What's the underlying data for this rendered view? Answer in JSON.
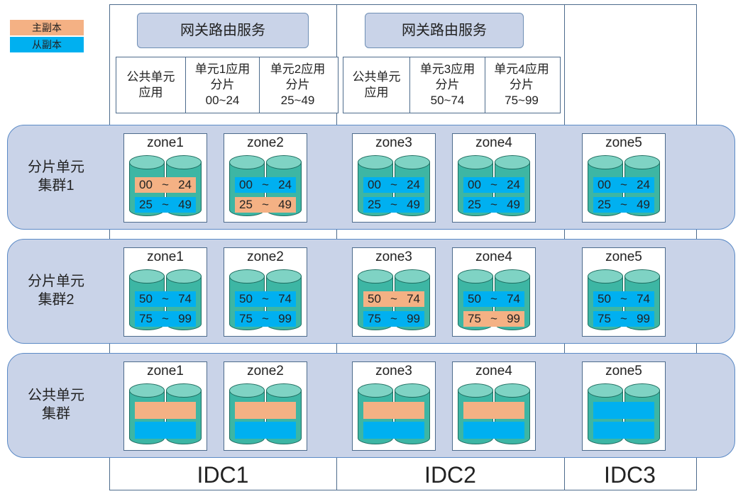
{
  "legend": {
    "primary": "主副本",
    "secondary": "从副本"
  },
  "colors": {
    "primary": "#f4b184",
    "secondary": "#00b0f0",
    "band": "#c9d3e8",
    "cylinder": "#3db6a4"
  },
  "idcs": [
    {
      "label": "IDC1",
      "gateway": "网关路由服务",
      "apps": [
        {
          "line1": "公共单元",
          "line2": "应用",
          "line3": ""
        },
        {
          "line1": "单元1应用",
          "line2": "分片",
          "line3": "00~24"
        },
        {
          "line1": "单元2应用",
          "line2": "分片",
          "line3": "25~49"
        }
      ]
    },
    {
      "label": "IDC2",
      "gateway": "网关路由服务",
      "apps": [
        {
          "line1": "公共单元",
          "line2": "应用",
          "line3": ""
        },
        {
          "line1": "单元3应用",
          "line2": "分片",
          "line3": "50~74"
        },
        {
          "line1": "单元4应用",
          "line2": "分片",
          "line3": "75~99"
        }
      ]
    },
    {
      "label": "IDC3"
    }
  ],
  "clusters": [
    {
      "label": "分片单元\n集群1",
      "zones": [
        {
          "name": "zone1",
          "bars": [
            {
              "from": "00",
              "sep": "~",
              "to": "24",
              "role": "primary"
            },
            {
              "from": "25",
              "sep": "~",
              "to": "49",
              "role": "secondary"
            }
          ]
        },
        {
          "name": "zone2",
          "bars": [
            {
              "from": "00",
              "sep": "~",
              "to": "24",
              "role": "secondary"
            },
            {
              "from": "25",
              "sep": "~",
              "to": "49",
              "role": "primary"
            }
          ]
        },
        {
          "name": "zone3",
          "bars": [
            {
              "from": "00",
              "sep": "~",
              "to": "24",
              "role": "secondary"
            },
            {
              "from": "25",
              "sep": "~",
              "to": "49",
              "role": "secondary"
            }
          ]
        },
        {
          "name": "zone4",
          "bars": [
            {
              "from": "00",
              "sep": "~",
              "to": "24",
              "role": "secondary"
            },
            {
              "from": "25",
              "sep": "~",
              "to": "49",
              "role": "secondary"
            }
          ]
        },
        {
          "name": "zone5",
          "bars": [
            {
              "from": "00",
              "sep": "~",
              "to": "24",
              "role": "secondary"
            },
            {
              "from": "25",
              "sep": "~",
              "to": "49",
              "role": "secondary"
            }
          ]
        }
      ]
    },
    {
      "label": "分片单元\n集群2",
      "zones": [
        {
          "name": "zone1",
          "bars": [
            {
              "from": "50",
              "sep": "~",
              "to": "74",
              "role": "secondary"
            },
            {
              "from": "75",
              "sep": "~",
              "to": "99",
              "role": "secondary"
            }
          ]
        },
        {
          "name": "zone2",
          "bars": [
            {
              "from": "50",
              "sep": "~",
              "to": "74",
              "role": "secondary"
            },
            {
              "from": "75",
              "sep": "~",
              "to": "99",
              "role": "secondary"
            }
          ]
        },
        {
          "name": "zone3",
          "bars": [
            {
              "from": "50",
              "sep": "~",
              "to": "74",
              "role": "primary"
            },
            {
              "from": "75",
              "sep": "~",
              "to": "99",
              "role": "secondary"
            }
          ]
        },
        {
          "name": "zone4",
          "bars": [
            {
              "from": "50",
              "sep": "~",
              "to": "74",
              "role": "secondary"
            },
            {
              "from": "75",
              "sep": "~",
              "to": "99",
              "role": "primary"
            }
          ]
        },
        {
          "name": "zone5",
          "bars": [
            {
              "from": "50",
              "sep": "~",
              "to": "74",
              "role": "secondary"
            },
            {
              "from": "75",
              "sep": "~",
              "to": "99",
              "role": "secondary"
            }
          ]
        }
      ]
    },
    {
      "label": "公共单元\n集群",
      "zones": [
        {
          "name": "zone1",
          "bars": [
            {
              "from": "",
              "sep": "",
              "to": "",
              "role": "primary"
            },
            {
              "from": "",
              "sep": "",
              "to": "",
              "role": "secondary"
            }
          ]
        },
        {
          "name": "zone2",
          "bars": [
            {
              "from": "",
              "sep": "",
              "to": "",
              "role": "primary"
            },
            {
              "from": "",
              "sep": "",
              "to": "",
              "role": "secondary"
            }
          ]
        },
        {
          "name": "zone3",
          "bars": [
            {
              "from": "",
              "sep": "",
              "to": "",
              "role": "primary"
            },
            {
              "from": "",
              "sep": "",
              "to": "",
              "role": "secondary"
            }
          ]
        },
        {
          "name": "zone4",
          "bars": [
            {
              "from": "",
              "sep": "",
              "to": "",
              "role": "primary"
            },
            {
              "from": "",
              "sep": "",
              "to": "",
              "role": "secondary"
            }
          ]
        },
        {
          "name": "zone5",
          "bars": [
            {
              "from": "",
              "sep": "",
              "to": "",
              "role": "secondary"
            },
            {
              "from": "",
              "sep": "",
              "to": "",
              "role": "secondary"
            }
          ]
        }
      ]
    }
  ]
}
